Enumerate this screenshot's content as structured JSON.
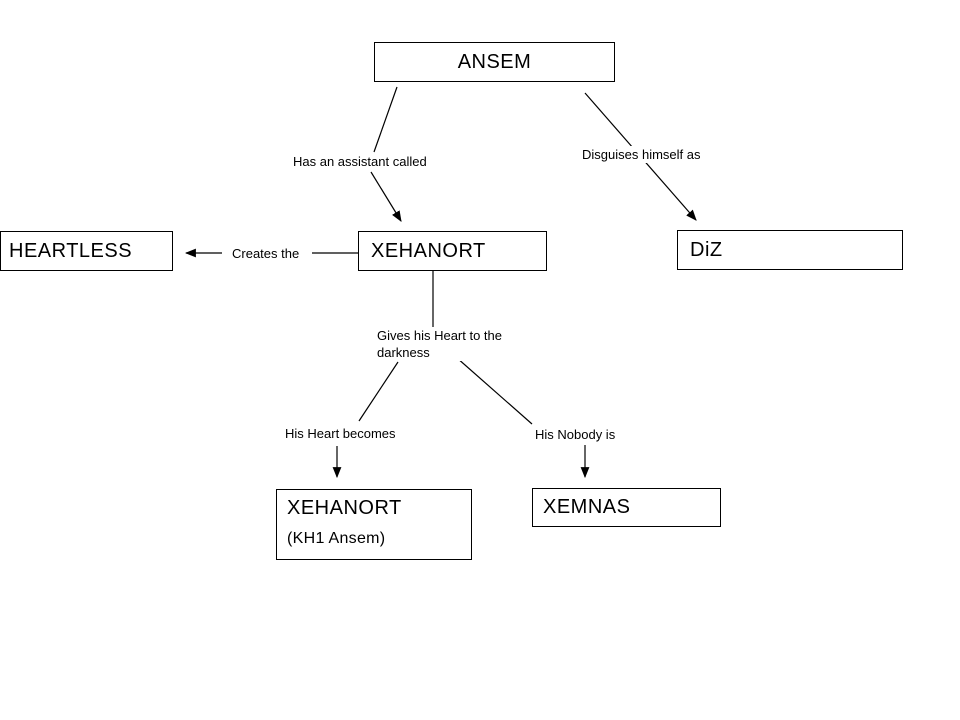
{
  "diagram": {
    "title_implicit": "Ansem identity chart",
    "colors": {
      "background": "#ffffff",
      "line": "#000000",
      "box_border": "#000000",
      "box_fill": "#ffffff",
      "text": "#000000"
    },
    "nodes": [
      {
        "id": "ansem",
        "label": "ANSEM"
      },
      {
        "id": "heartless",
        "label": "HEARTLESS"
      },
      {
        "id": "xehanort",
        "label": "XEHANORT"
      },
      {
        "id": "diz",
        "label": "DiZ"
      },
      {
        "id": "xehanort_kh1",
        "label": "XEHANORT",
        "sublabel": "(KH1 Ansem)"
      },
      {
        "id": "xemnas",
        "label": "XEMNAS"
      }
    ],
    "edges": [
      {
        "id": "ansem-to-xehanort",
        "from": "ANSEM",
        "to": "XEHANORT",
        "label": "Has an assistant called"
      },
      {
        "id": "ansem-to-diz",
        "from": "ANSEM",
        "to": "DiZ",
        "label": "Disguises himself as"
      },
      {
        "id": "xehanort-to-heartless",
        "from": "XEHANORT",
        "to": "HEARTLESS",
        "label": "Creates the"
      },
      {
        "id": "xehanort-split",
        "from": "XEHANORT",
        "to": "",
        "label_line1": "Gives his Heart to the",
        "label_line2": "darkness"
      },
      {
        "id": "split-to-xehanort-kh1",
        "from": "XEHANORT",
        "to": "XEHANORT (KH1 Ansem)",
        "label": "His Heart becomes"
      },
      {
        "id": "split-to-xemnas",
        "from": "XEHANORT",
        "to": "XEMNAS",
        "label": "His Nobody is"
      }
    ]
  }
}
